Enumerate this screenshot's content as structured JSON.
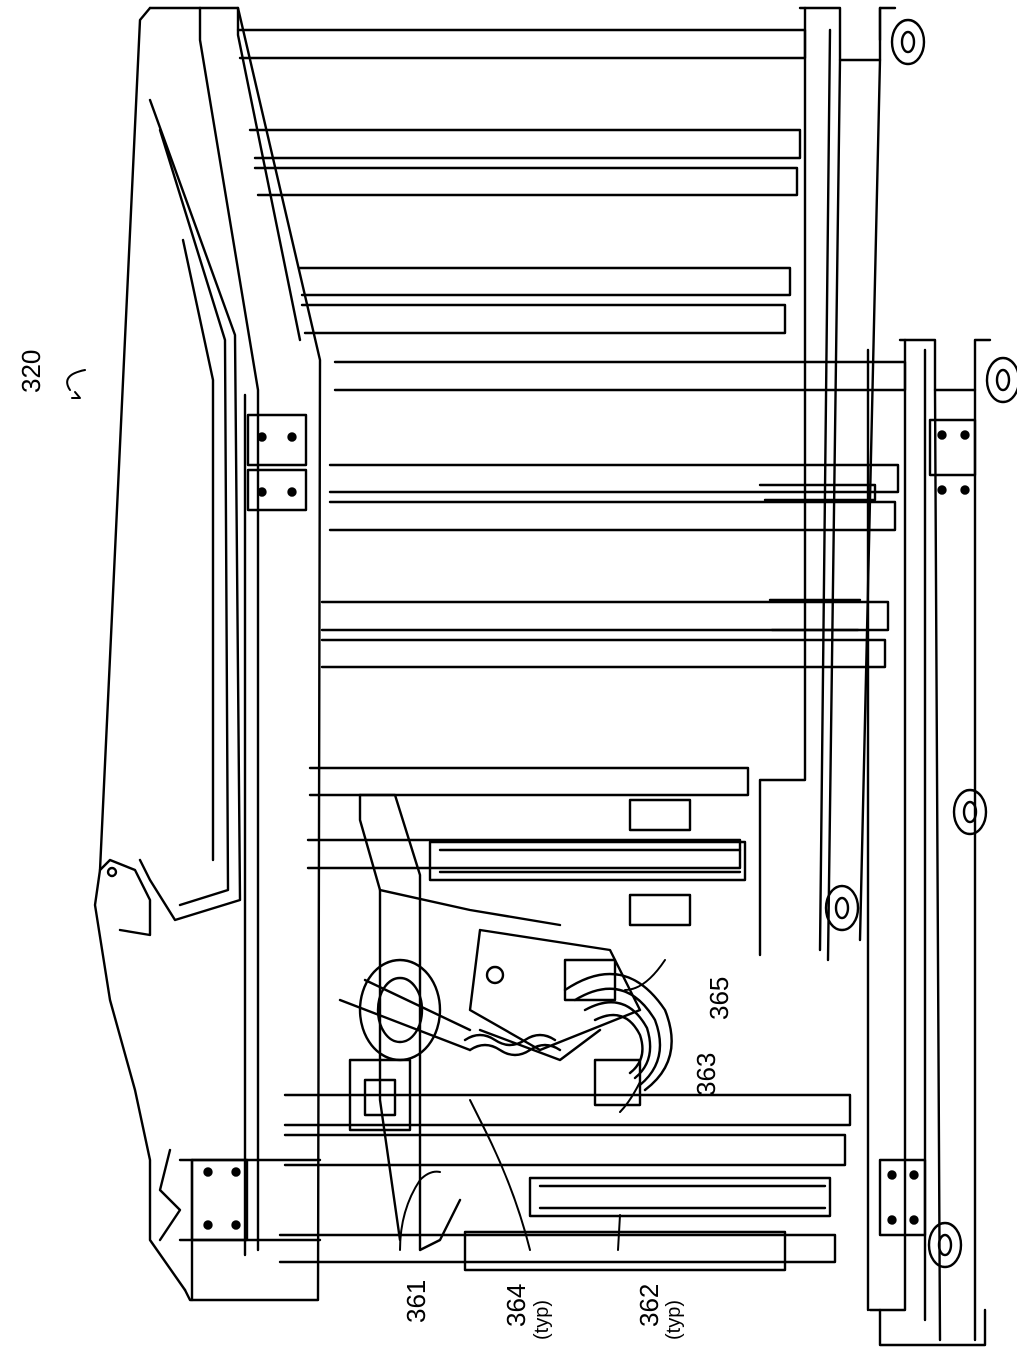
{
  "figure": {
    "labels": {
      "ref_320": "320",
      "ref_361": "361",
      "ref_362": "362",
      "ref_362_typ": "(typ)",
      "ref_363": "363",
      "ref_364": "364",
      "ref_364_typ": "(typ)",
      "ref_365": "365"
    }
  }
}
